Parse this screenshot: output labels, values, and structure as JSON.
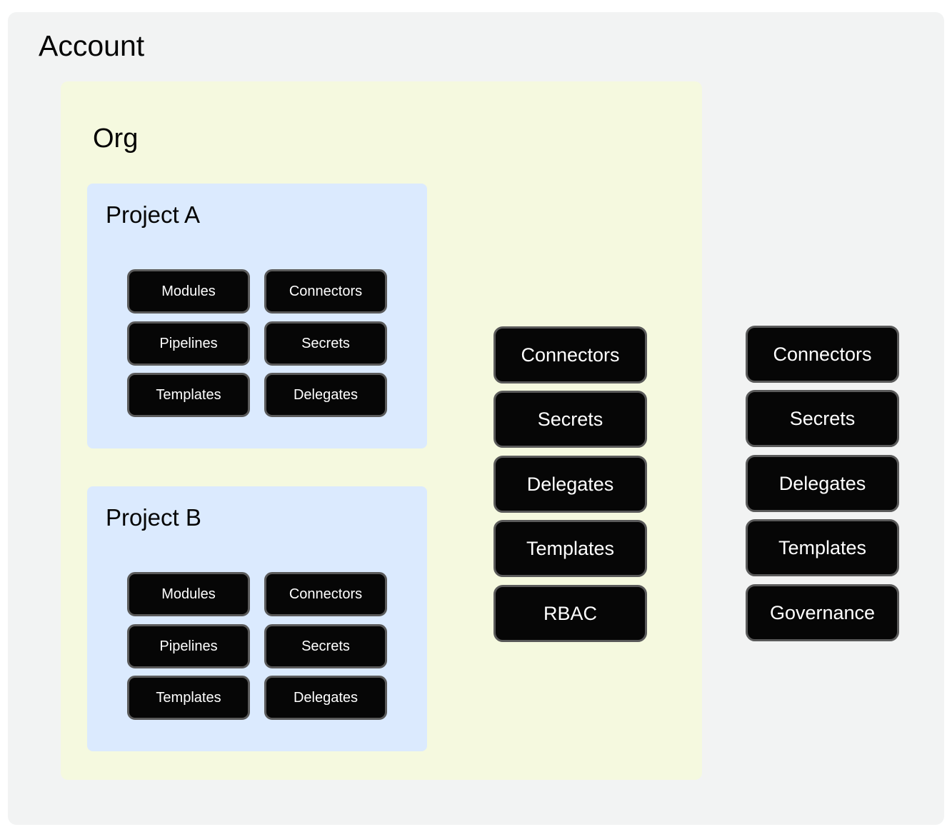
{
  "diagram": {
    "type": "nested-scope-hierarchy",
    "colors": {
      "page_background": "#ffffff",
      "account_background": "#f2f3f3",
      "org_background": "#f5f9df",
      "project_background": "#dbeafe",
      "button_fill": "#060606",
      "button_border": "#5a5a5a",
      "button_text": "#ffffff",
      "title_text": "#050505"
    },
    "account": {
      "title": "Account",
      "resources": [
        {
          "label": "Connectors"
        },
        {
          "label": "Secrets"
        },
        {
          "label": "Delegates"
        },
        {
          "label": "Templates"
        },
        {
          "label": "Governance"
        }
      ],
      "org": {
        "title": "Org",
        "resources": [
          {
            "label": "Connectors"
          },
          {
            "label": "Secrets"
          },
          {
            "label": "Delegates"
          },
          {
            "label": "Templates"
          },
          {
            "label": "RBAC"
          }
        ],
        "projects": [
          {
            "title": "Project A",
            "resources": [
              {
                "label": "Modules"
              },
              {
                "label": "Connectors"
              },
              {
                "label": "Pipelines"
              },
              {
                "label": "Secrets"
              },
              {
                "label": "Templates"
              },
              {
                "label": "Delegates"
              }
            ]
          },
          {
            "title": "Project B",
            "resources": [
              {
                "label": "Modules"
              },
              {
                "label": "Connectors"
              },
              {
                "label": "Pipelines"
              },
              {
                "label": "Secrets"
              },
              {
                "label": "Templates"
              },
              {
                "label": "Delegates"
              }
            ]
          }
        ]
      }
    }
  }
}
